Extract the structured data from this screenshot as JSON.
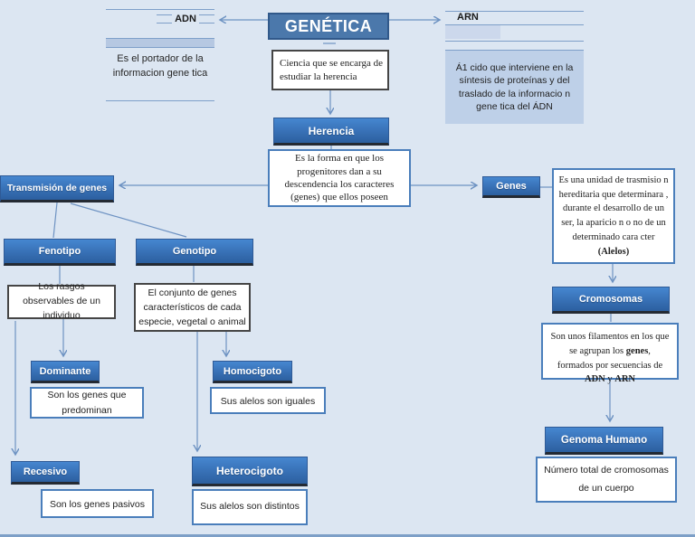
{
  "colors": {
    "background": "#dce6f2",
    "node_fill_top": "#4687d0",
    "node_fill_bottom": "#2c5f9f",
    "node_border": "#2f5a96",
    "title_fill": "#4b78ab",
    "connector": "#6d92c2",
    "white_box_blue_border": "#4a7ebb",
    "white_box_dark_border": "#454545",
    "placeholder_fill": "#bed0e8"
  },
  "title": {
    "label": "GENÉTICA"
  },
  "nodes": {
    "adn": {
      "label": "ADN",
      "desc": "Es el portador de la informacion gene tica"
    },
    "arn": {
      "label": "ARN",
      "desc": "Á1 cido que interviene en la síntesis de proteínas y del traslado de la informacio n gene tica del ÁDN"
    },
    "ciencia": {
      "desc": "Ciencia que se encarga de estudiar la herencia"
    },
    "herencia": {
      "label": "Herencia",
      "desc": "Es la forma en que los progenitores dan a su descendencia los caracteres (genes) que ellos poseen"
    },
    "transmision": {
      "label": "Transmisión de genes"
    },
    "fenotipo": {
      "label": "Fenotipo",
      "desc": "Los rasgos observables de un individuo"
    },
    "genotipo": {
      "label": "Genotipo",
      "desc": "El conjunto de genes característicos de cada especie, vegetal o animal"
    },
    "dominante": {
      "label": "Dominante",
      "desc": "Son los genes que predominan"
    },
    "recesivo": {
      "label": "Recesivo",
      "desc": "Son los genes pasivos"
    },
    "homocigoto": {
      "label": "Homocigoto",
      "desc": "Sus alelos son iguales"
    },
    "heterocigoto": {
      "label": "Heterocigoto",
      "desc": "Sus alelos son distintos"
    },
    "genes": {
      "label": "Genes",
      "desc": "Es una unidad de trasmisio n hereditaria que determinara , durante el desarrollo de un ser, la aparicio n o no de un determinado cara cter",
      "desc_bold": "(Alelos)"
    },
    "cromosomas": {
      "label": "Cromosomas",
      "desc_p1": "Son unos filamentos en los que se agrupan los ",
      "desc_b1": "genes",
      "desc_p2": ", formados por secuencias de ",
      "desc_b2": "ADN",
      "desc_p3": " y ",
      "desc_b3": "ARN"
    },
    "genoma": {
      "label": "Genoma Humano",
      "desc": "Número total de cromosomas de un cuerpo"
    }
  }
}
